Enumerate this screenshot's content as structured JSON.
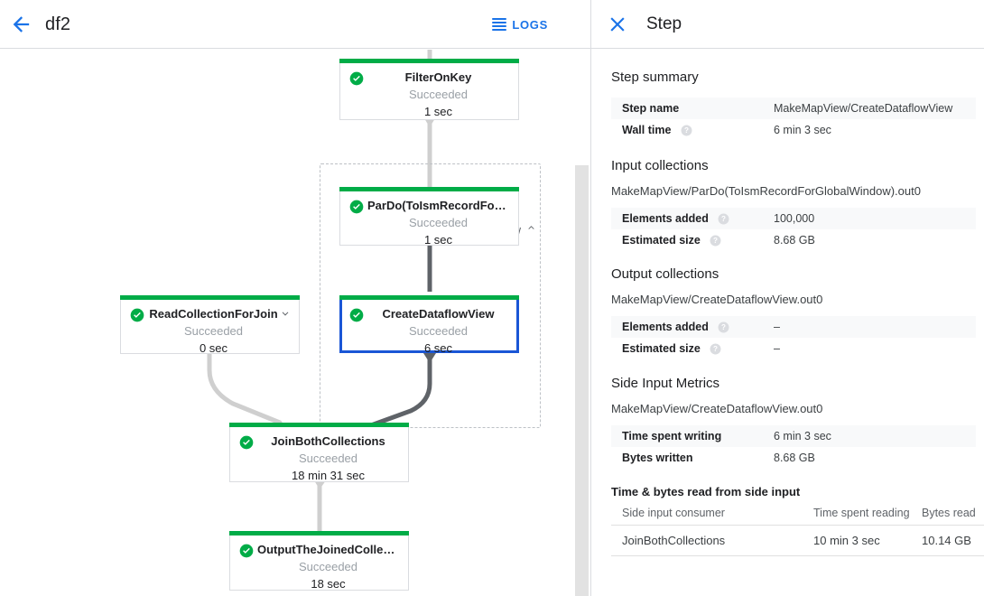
{
  "topbar": {
    "back_icon": "back-arrow-icon",
    "job_name": "df2",
    "logs_label": "LOGS",
    "logs_icon": "logs-list-icon",
    "accent_color": "#1a73e8"
  },
  "graph": {
    "status_color": "#00ac47",
    "selected_color": "#1a56d6",
    "group": {
      "label": "MakeMapView",
      "chevron": "chevron-up-icon"
    },
    "nodes": [
      {
        "id": "filter-on-key",
        "name": "FilterOnKey",
        "status": "Succeeded",
        "time": "1 sec",
        "selected": false,
        "chevron": null
      },
      {
        "id": "pardo-toismrecordfor",
        "name": "ParDo(ToIsmRecordFor…",
        "status": "Succeeded",
        "time": "1 sec",
        "selected": false,
        "chevron": null
      },
      {
        "id": "create-dataflow-view",
        "name": "CreateDataflowView",
        "status": "Succeeded",
        "time": "6 sec",
        "selected": true,
        "chevron": null
      },
      {
        "id": "read-collection-for-join",
        "name": "ReadCollectionForJoin",
        "status": "Succeeded",
        "time": "0 sec",
        "selected": false,
        "chevron": "chevron-down-icon"
      },
      {
        "id": "join-both-collections",
        "name": "JoinBothCollections",
        "status": "Succeeded",
        "time": "18 min 31 sec",
        "selected": false,
        "chevron": null
      },
      {
        "id": "output-the-joined-collec",
        "name": "OutputTheJoinedCollec…",
        "status": "Succeeded",
        "time": "18 sec",
        "selected": false,
        "chevron": null
      }
    ]
  },
  "panel": {
    "close_icon": "close-icon",
    "title": "Step",
    "step_summary": {
      "heading": "Step summary",
      "rows": [
        {
          "key": "Step name",
          "value": "MakeMapView/CreateDataflowView",
          "help": false
        },
        {
          "key": "Wall time",
          "value": "6 min 3 sec",
          "help": true
        }
      ]
    },
    "input_collections": {
      "heading": "Input collections",
      "collection": "MakeMapView/ParDo(ToIsmRecordForGlobalWindow).out0",
      "rows": [
        {
          "key": "Elements added",
          "value": "100,000",
          "help": true
        },
        {
          "key": "Estimated size",
          "value": "8.68 GB",
          "help": true
        }
      ]
    },
    "output_collections": {
      "heading": "Output collections",
      "collection": "MakeMapView/CreateDataflowView.out0",
      "rows": [
        {
          "key": "Elements added",
          "value": "–",
          "help": true
        },
        {
          "key": "Estimated size",
          "value": "–",
          "help": true
        }
      ]
    },
    "side_input_metrics": {
      "heading": "Side Input Metrics",
      "collection": "MakeMapView/CreateDataflowView.out0",
      "rows": [
        {
          "key": "Time spent writing",
          "value": "6 min 3 sec",
          "help": false
        },
        {
          "key": "Bytes written",
          "value": "8.68 GB",
          "help": false
        }
      ],
      "table_heading": "Time & bytes read from side input",
      "columns": [
        "Side input consumer",
        "Time spent reading",
        "Bytes read"
      ],
      "table_rows": [
        {
          "consumer": "JoinBothCollections",
          "time": "10 min 3 sec",
          "bytes": "10.14 GB"
        }
      ]
    }
  }
}
